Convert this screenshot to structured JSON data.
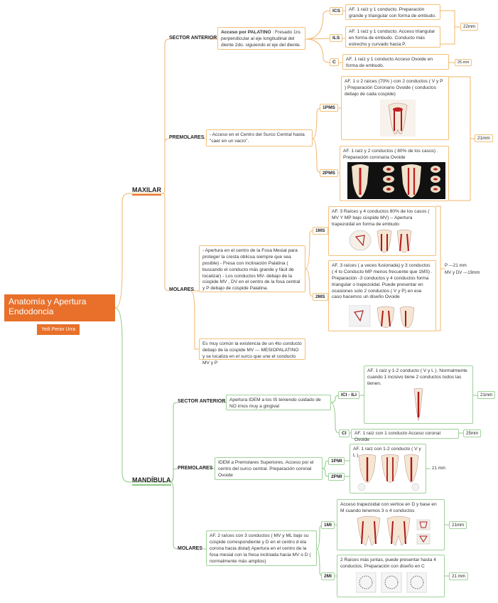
{
  "root": {
    "title": "Anatomía y Apertura Endodoncia",
    "author": "Yeili Penin Urra"
  },
  "maxilar": {
    "label": "MAXILAR",
    "anterior": {
      "label": "SECTOR ANTERIOR",
      "access_bold": "Acceso por PALATINO",
      "access_rest": ": Fresado 1ro. perpendicular al eje longitudinal del diente 2do. siguiendo el eje del diente.",
      "ics": {
        "label": "ICS",
        "text": "AF. 1 raíz y 1 conducto. Preparación grande y triangular con forma de embudo."
      },
      "ils": {
        "label": "ILS",
        "text": "AF. 1 raíz y 1 conducto. Acceso triangular en forma de embudo. Conducto más estrecho y curvado hacia P."
      },
      "c": {
        "label": "C",
        "text": "AF. 1 raíz y 1 conducto  Acceso Ovoide en forma de embudo."
      },
      "len_incisors": "22mm",
      "len_canine": "25 mm"
    },
    "premolares": {
      "label": "PREMOLARES",
      "access": "- Acceso en el Centro del Surco Central  hasta \"caer en un vacío\".",
      "pm1": {
        "label": "1PMS",
        "text": "AF. 1 o 2 raíces (70% ) con 2 conductos ( V y P ) Preparación Coronario Ovoide ( conductos debajo de cada cúspide)"
      },
      "pm2": {
        "label": "2PMS",
        "text": "AF. 1 raíz y 2 conductos ( 80% de los casos) . Preparación coronaria Ovoide"
      },
      "len": "21mm"
    },
    "molares": {
      "label": "MOLARES",
      "access": "- Apertura en el centro de la Fosa Mesial para proteger la cresta oblicua siempre que sea posible) - Fresa con inclinación Palatina ( buscando el conducto más grande y fácil de localizar) - Los conductos MV- debajo de la cúspide MV , DV  en el centro de la fosa central y P debajo de cúspide Palatina.",
      "m1": {
        "label": "1MS",
        "text": "AF. 3 Raíces y 4 conductos 80% de los casos ( MV Y MP bajo cúspide MV) -- Apertura trapezoidal en forma de embudo"
      },
      "m2": {
        "label": "2MS",
        "text": "AF. 3 raíces  ( a veces fusionada) y 3 conductos ( 4 to Conducto MP menos frecuente que 1MS) . Preparación -3 conductos y 4 conductos forma triangular o trapezoidal.  Puede presentar en ocasiones solo 2 conductos ( V y P) en ese caso hacemos un diseño Ovoide"
      },
      "len_p": "P ---21 mm",
      "len_mv": "MV y DV ---19mm",
      "note": "Es muy común la existencia de un 4to conducto debajo de la cúspide MV --- MESIOPALATINO y se localiza en el surco que une el conducto MV y P"
    }
  },
  "mandibula": {
    "label": "MANDÍBULA",
    "anterior": {
      "label": "SECTOR ANTERIOR",
      "access": "Apertura IDEM a los IS teniendo cuidado de NO irnos muy a gingival",
      "ici": {
        "label": "ICI - ILI",
        "text": "AF. 1 raíz y 1-2 conducto ( V y L ). Normalmente cuando 1 incisivo tiene 2 conductos todos las tienen."
      },
      "ci": {
        "label": "CI",
        "text": "AF. 1 raíz con 1 conducto  Acceso coronal Ovoide"
      },
      "len_incisors": "21mm",
      "len_canine": "25mm"
    },
    "premolares": {
      "label": "PREMOLARES",
      "access": "IDEM a Premolares Superiores. Acceso por el centro del surco central. Preparación coronal Ovoide",
      "pm1": {
        "label": "1PMI"
      },
      "pm2": {
        "label": "2PMI"
      },
      "text": "AF. 1 raíz con 1-2 conducto ( V y L )",
      "len": "21 mm"
    },
    "molares": {
      "label": "MOLARES",
      "access": "AF. 2 raíces con 3 conductos ( MV y ML bajo su cúspide correspondiente  y D en el centro d ela corona hacia distal) Apertura en el centro de la fosa mesial con la fresa inclinada hacia MV o D ( normalmente más amplios)",
      "m1": {
        "label": "1MI",
        "text": "Acceso trapezoidal con vertice en D y base en M cuando tenemos 3 o 4 conductos"
      },
      "m2": {
        "label": "2MI",
        "text": "2 Raíces más juntas, puede presentar hasta 4 conductos. Preparación con diseño en C"
      },
      "len1": "21mm",
      "len2": "21 mm"
    }
  },
  "colors": {
    "orange": "#e8702a",
    "orange_line": "#f2b46a",
    "green_line": "#8cc784"
  }
}
